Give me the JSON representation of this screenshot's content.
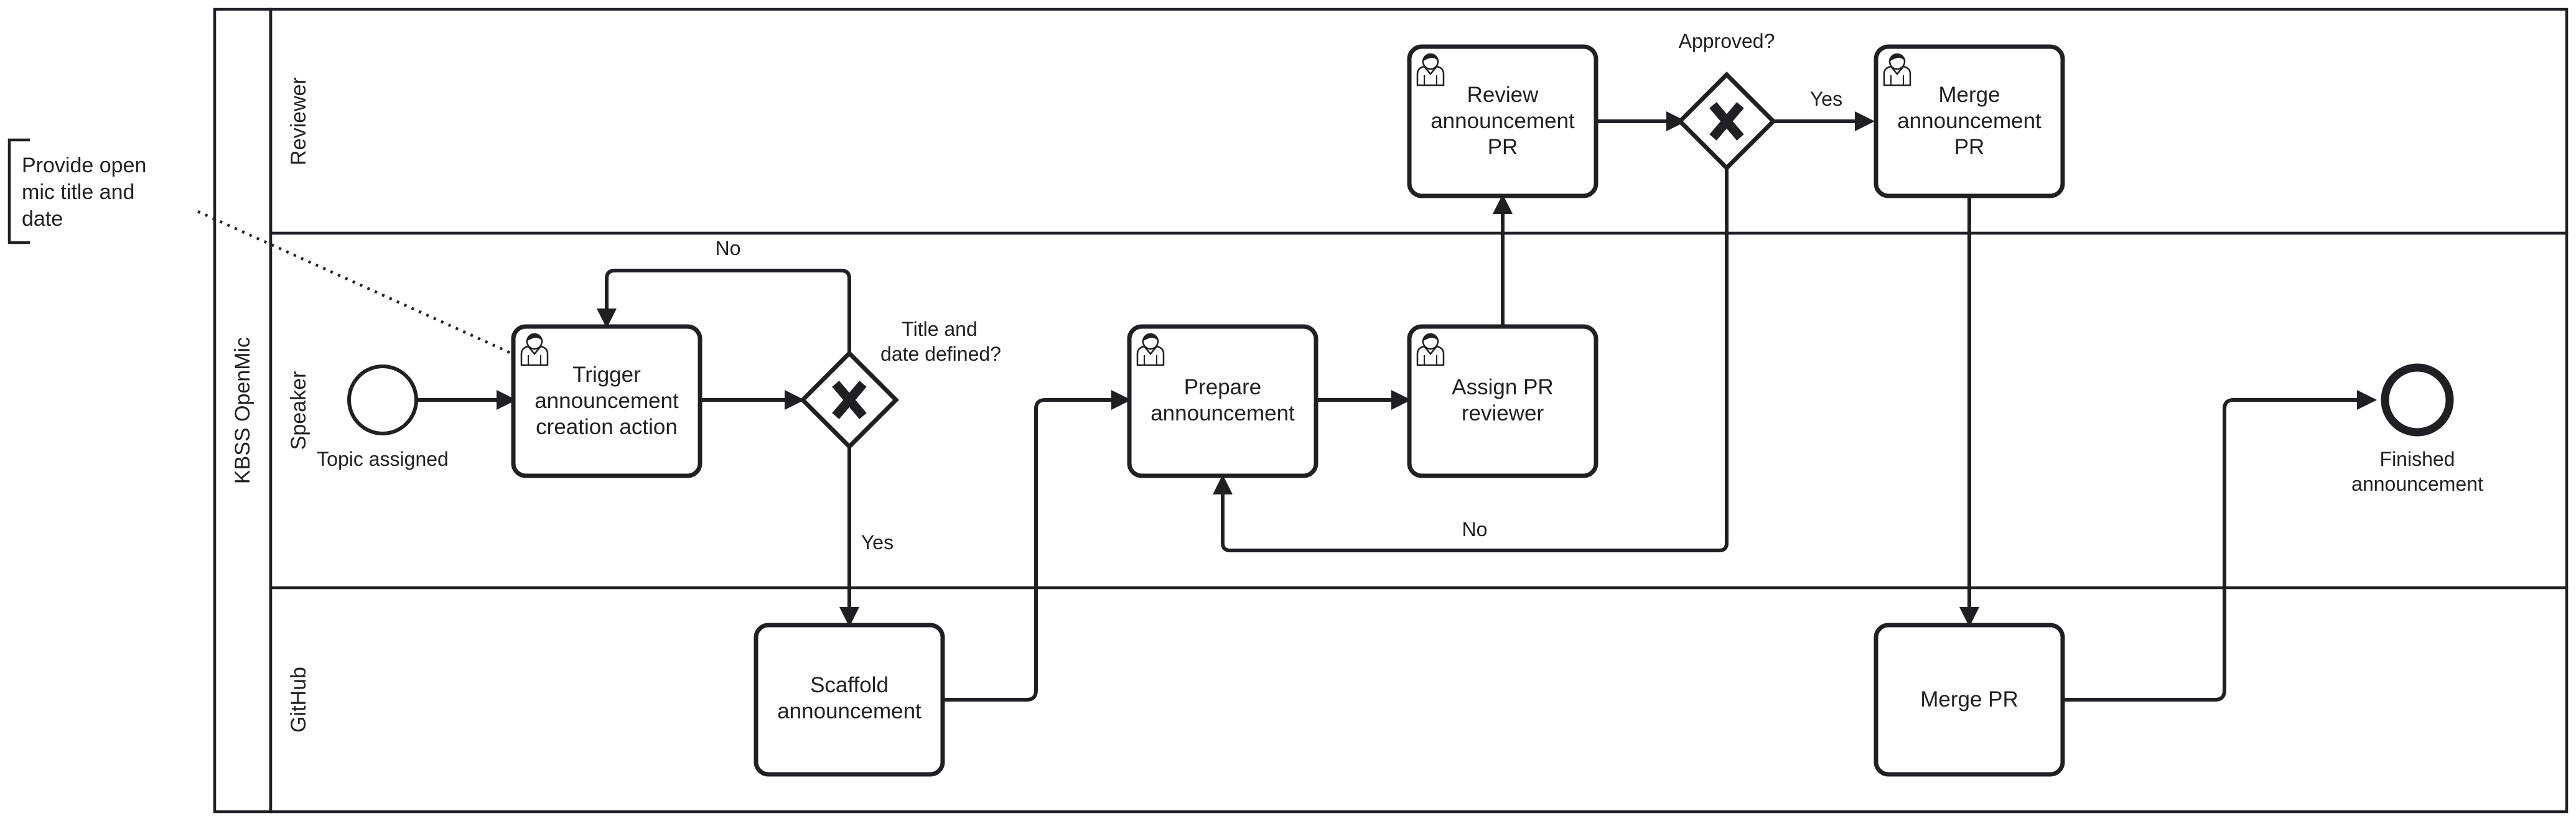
{
  "pool": {
    "label": "KBSS OpenMic"
  },
  "lanes": {
    "reviewer": "Reviewer",
    "speaker": "Speaker",
    "github": "GitHub"
  },
  "annotation": {
    "lines": [
      "Provide open",
      "mic title and",
      "date"
    ]
  },
  "events": {
    "start": {
      "label": "Topic assigned"
    },
    "end": {
      "label_lines": [
        "Finished",
        "announcement"
      ]
    }
  },
  "tasks": {
    "trigger": {
      "lines": [
        "Trigger",
        "announcement",
        "creation action"
      ],
      "icon": "user-icon"
    },
    "scaffold": {
      "lines": [
        "Scaffold",
        "announcement"
      ]
    },
    "prepare": {
      "lines": [
        "Prepare",
        "announcement"
      ],
      "icon": "user-icon"
    },
    "assign": {
      "lines": [
        "Assign PR",
        "reviewer"
      ],
      "icon": "user-icon"
    },
    "review": {
      "lines": [
        "Review",
        "announcement",
        "PR"
      ],
      "icon": "user-icon"
    },
    "merge_announcement": {
      "lines": [
        "Merge",
        "announcement",
        "PR"
      ],
      "icon": "user-icon"
    },
    "merge_pr": {
      "lines": [
        "Merge PR"
      ]
    }
  },
  "gateways": {
    "title_defined": {
      "label_lines": [
        "Title and",
        "date defined?"
      ],
      "symbol": "X"
    },
    "approved": {
      "label_lines": [
        "Approved?"
      ],
      "symbol": "X"
    }
  },
  "flow_labels": {
    "title_no": "No",
    "title_yes": "Yes",
    "approved_yes": "Yes",
    "approved_no": "No"
  },
  "colors": {
    "stroke": "#1f1f24",
    "background": "#ffffff"
  }
}
